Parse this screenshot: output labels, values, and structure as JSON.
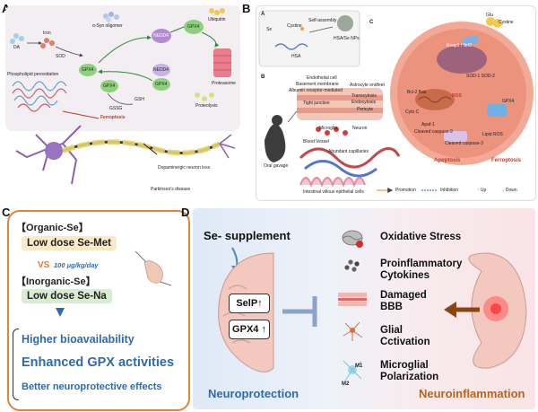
{
  "panel_a": {
    "label": "A",
    "labels": {
      "alpha_syn": "α-Syn oligomer",
      "iron": "Iron",
      "da": "DA",
      "sod": "SOD",
      "phospholipid": "Phospholipid peroxidation",
      "nedd4": "NEDD4",
      "gpx4_1": "GPX4",
      "gpx4_2": "GPX4",
      "gpx4_3": "GPX4",
      "gpx4_4": "GPX4",
      "nedd4_2": "NEDD4",
      "ubiquitin": "Ubiquitin",
      "gsh": "GSH",
      "gssg": "GSSG",
      "proteasome": "Proteasome",
      "proteolysis": "Proteolysis",
      "ferroptosis": "Ferroptosis",
      "dopaminergic": "Dopaminergic neuron loss",
      "parkinsons": "Parkinson's disease"
    }
  },
  "panel_b": {
    "label": "B",
    "sub_a": "A",
    "sub_b": "B",
    "sub_c": "C",
    "labels": {
      "se": "Se",
      "cystine": "Cystine",
      "self_assembly": "Self-assembly",
      "hsa_se_nps": "HSA/Se NPs",
      "hsa": "HSA",
      "endothelial": "Endothelial cell",
      "basement": "Basement membrane",
      "albumin": "Albumin receptor-mediated",
      "astrocyte": "Astrocyte endfeet",
      "transcytosis": "Transcytosis",
      "endocytosis": "Endocytosis",
      "tight": "Tight junction",
      "pericyte": "Pericyte",
      "microglia": "Microglia",
      "neuron": "Neuron",
      "blood_vessel": "Blood Vessel",
      "capillaries": "Abundant capillaries",
      "oral": "Oral gavage",
      "intestinal": "Intestinal villous epithelial cells",
      "glu": "Glu",
      "cystine2": "Cystine",
      "keap1": "Keap1 / Nrf2",
      "sod1": "SOD-1 SOD-2",
      "bcl2": "Bcl-2 Bax",
      "ros": "ROS",
      "cytc": "Cyto C",
      "apaf1": "Apaf-1",
      "cleaved9": "Cleaved caspase-9",
      "cleaved3": "Cleaved caspase-3",
      "gpx4": "GPX4",
      "lipid": "Lipid ROS",
      "apoptosis": "Apoptosis",
      "ferroptosis": "Ferroptosis"
    },
    "legend": {
      "promotion": "Promotion",
      "inhibition": "Inhibition",
      "up": "Up",
      "down": "Down"
    }
  },
  "panel_c": {
    "label": "C",
    "organic_header": "【Organic-Se】",
    "organic_box": "Low dose Se-Met",
    "vs": "VS",
    "dose": "100 μg/kg/day",
    "inorganic_header": "【Inorganic-Se】",
    "inorganic_box": "Low dose Se-Na",
    "outcomes": [
      "Higher bioavailability",
      "Enhanced GPX activities",
      "Better neuroprotective effects"
    ]
  },
  "panel_d": {
    "label": "D",
    "supplement": "Se- supplement",
    "selp": "SelP↑",
    "gpx4": "GPX4 ↑",
    "neuroprotection": "Neuroprotection",
    "neuroinflammation": "Neuroinflammation",
    "items": [
      "Oxidative Stress",
      "Proinflammatory Cytokines",
      "Damaged BBB",
      "Glial Cctivation",
      "Microglial Polarization"
    ],
    "m1": "M1",
    "m2": "M2"
  },
  "colors": {
    "neuroprotection": "#2d6bb0",
    "neuroinflammation": "#b5651d",
    "outcome_blue": "#2d6bb0",
    "panel_c_border": "#e0853a"
  }
}
